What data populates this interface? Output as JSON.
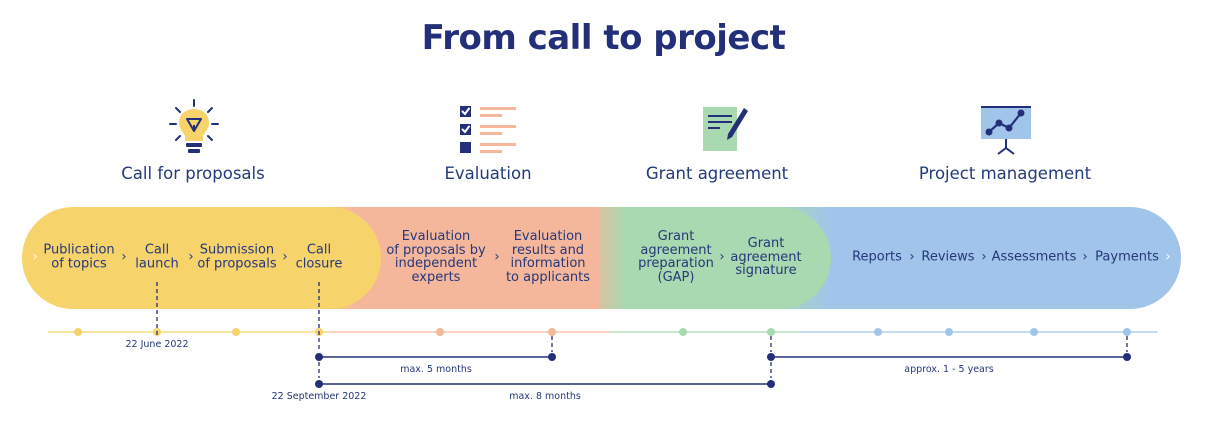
{
  "title": "From call to project",
  "phases": [
    {
      "label": "Call for proposals",
      "icon": "lightbulb-icon"
    },
    {
      "label": "Evaluation",
      "icon": "checklist-icon"
    },
    {
      "label": "Grant agreement",
      "icon": "document-pen-icon"
    },
    {
      "label": "Project management",
      "icon": "chart-board-icon"
    }
  ],
  "steps": {
    "call": [
      "Publication of topics",
      "Call launch",
      "Submission of proposals",
      "Call closure"
    ],
    "evaluation": [
      "Evaluation of proposals by independent experts",
      "Evaluation results and information to applicants"
    ],
    "grant": [
      "Grant agreement preparation (GAP)",
      "Grant agreement signature"
    ],
    "project": [
      "Reports",
      "Reviews",
      "Assessments",
      "Payments"
    ]
  },
  "step_lines": {
    "call_0": [
      "Publication",
      "of topics"
    ],
    "call_1": [
      "Call",
      "launch"
    ],
    "call_2": [
      "Submission",
      "of proposals"
    ],
    "call_3": [
      "Call",
      "closure"
    ],
    "eval_0": [
      "Evaluation",
      "of proposals by",
      "independent",
      "experts"
    ],
    "eval_1": [
      "Evaluation",
      "results and",
      "information",
      "to applicants"
    ],
    "grant_0": [
      "Grant",
      "agreement",
      "preparation",
      "(GAP)"
    ],
    "grant_1": [
      "Grant",
      "agreement",
      "signature"
    ]
  },
  "timeline": {
    "date_launch": "22 June 2022",
    "date_closure": "22 September 2022",
    "span_evaluation": "max. 5 months",
    "span_grant": "max. 8 months",
    "span_project": "approx. 1 - 5 years"
  },
  "colors": {
    "call": "#f7d36b",
    "evaluation": "#f5b79b",
    "grant": "#a9d9b0",
    "project": "#a1c5ea",
    "navy": "#233079"
  }
}
